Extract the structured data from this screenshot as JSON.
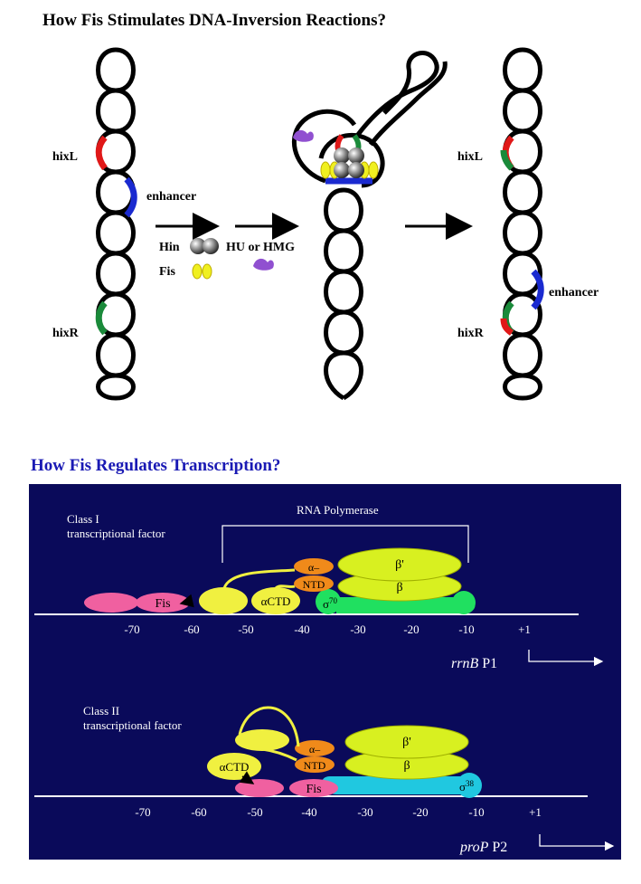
{
  "top": {
    "title": "How Fis Stimulates DNA-Inversion Reactions?",
    "hixL": "hixL",
    "hixR": "hixR",
    "enhancer": "enhancer",
    "hin": "Hin",
    "hu": "HU or HMG",
    "fis": "Fis"
  },
  "bottom": {
    "title": "How Fis Regulates Transcription?",
    "class1": {
      "title_line1": "Class I",
      "title_line2": "transcriptional factor",
      "rnap": "RNA Polymerase",
      "fis": "Fis",
      "alpha_ctd": "αCTD",
      "alpha": "α–",
      "ntd": "NTD",
      "beta_prime": "β'",
      "beta": "β",
      "sigma": "σ",
      "sigma_sup": "70",
      "ticks": [
        "-70",
        "-60",
        "-50",
        "-40",
        "-30",
        "-20",
        "-10",
        "+1"
      ],
      "promoter_italic": "rrnB",
      "promoter": " P1"
    },
    "class2": {
      "title_line1": "Class II",
      "title_line2": "transcriptional factor",
      "fis": "Fis",
      "alpha_ctd": "αCTD",
      "alpha": "α–",
      "ntd": "NTD",
      "beta_prime": "β'",
      "beta": "β",
      "sigma": "σ",
      "sigma_sup": "38",
      "ticks": [
        "-70",
        "-60",
        "-50",
        "-40",
        "-30",
        "-20",
        "-10",
        "+1"
      ],
      "promoter_italic": "proP",
      "promoter": " P2"
    }
  },
  "colors": {
    "panel_bg": "#0a0a5a",
    "hixL": "#e01818",
    "hixR": "#1a8a3a",
    "enhancer": "#1a2ad0",
    "fis_yellow": "#f0f020",
    "hu_purple": "#9050d0",
    "fis_pink": "#f060a0",
    "alpha_yellow": "#f0f040",
    "ntd_orange": "#f08a1a",
    "beta_green": "#d8f020",
    "sigma70_green": "#20e060",
    "sigma38_cyan": "#20c8e0"
  }
}
